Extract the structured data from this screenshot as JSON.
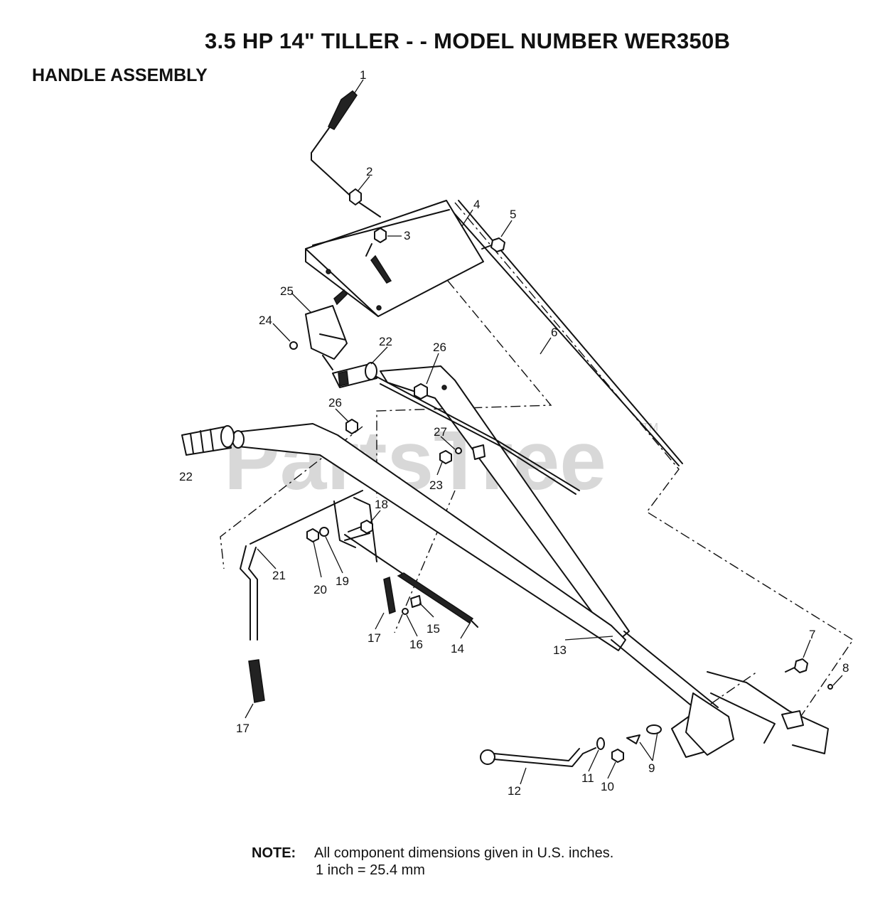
{
  "header": {
    "title": "3.5 HP 14\" TILLER - - MODEL NUMBER WER350B",
    "section": "HANDLE ASSEMBLY"
  },
  "watermark": {
    "text": "PartsTree",
    "tm": "TM"
  },
  "callouts": {
    "c1": "1",
    "c2": "2",
    "c3": "3",
    "c4": "4",
    "c5": "5",
    "c6": "6",
    "c7": "7",
    "c8": "8",
    "c9": "9",
    "c10": "10",
    "c11": "11",
    "c12": "12",
    "c13": "13",
    "c14": "14",
    "c15": "15",
    "c16": "16",
    "c17a": "17",
    "c17b": "17",
    "c18": "18",
    "c19": "19",
    "c20": "20",
    "c21": "21",
    "c22a": "22",
    "c22b": "22",
    "c23": "23",
    "c24": "24",
    "c25": "25",
    "c26a": "26",
    "c26b": "26",
    "c27": "27"
  },
  "note": {
    "label": "NOTE:",
    "line1": "All component dimensions given in U.S. inches.",
    "line2": "1 inch = 25.4 mm"
  }
}
